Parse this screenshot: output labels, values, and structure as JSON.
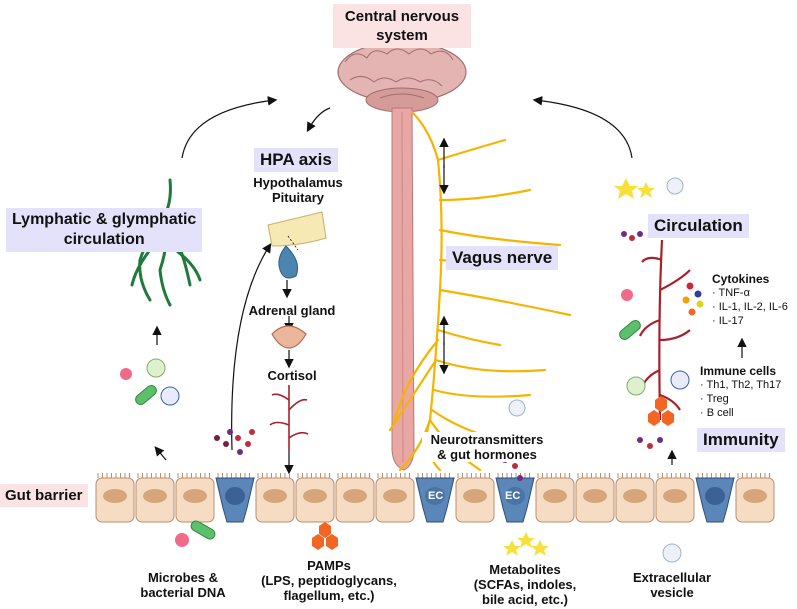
{
  "title": {
    "line1": "Central nervous",
    "line2": "system"
  },
  "hpa": {
    "title": "HPA axis",
    "hypothalamus": "Hypothalamus",
    "pituitary": "Pituitary",
    "adrenal": "Adrenal gland",
    "cortisol": "Cortisol"
  },
  "lymphatic": {
    "line1": "Lymphatic & glymphatic",
    "line2": "circulation"
  },
  "vagus": "Vagus nerve",
  "circulation": "Circulation",
  "cytokines": {
    "title": "Cytokines",
    "items": [
      "· TNF-α",
      "· IL-1, IL-2, IL-6",
      "· IL-17"
    ]
  },
  "immune_cells": {
    "title": "Immune cells",
    "items": [
      "· Th1, Th2, Th17",
      "· Treg",
      "· B cell"
    ]
  },
  "immunity": "Immunity",
  "neuro": {
    "line1": "Neurotransmitters",
    "line2": "& gut hormones"
  },
  "gut_barrier": "Gut barrier",
  "ec_label": "EC",
  "legend": {
    "microbes": {
      "line1": "Microbes &",
      "line2": "bacterial DNA"
    },
    "pamps": {
      "line1": "PAMPs",
      "line2": "(LPS, peptidoglycans,",
      "line3": "flagellum, etc.)"
    },
    "metabolites": {
      "line1": "Metabolites",
      "line2": "(SCFAs, indoles,",
      "line3": "bile acid, etc.)"
    },
    "vesicle": {
      "line1": "Extracellular",
      "line2": "vesicle"
    }
  },
  "colors": {
    "nerve": "#f5b400",
    "spinal": "#e9a7a4",
    "vessel": "#a8202c",
    "cell_fill": "#f7dcc4",
    "nucleus": "#d6a57b",
    "ec_cell": "#5b86b8",
    "lymph": "#1f7a3c",
    "label_bg": "#e4e2fa",
    "title_bg": "#fbe3e3",
    "hexagon": "#f26522",
    "capsule": "#5cc06a",
    "microbe_pink": "#f06a8a"
  }
}
